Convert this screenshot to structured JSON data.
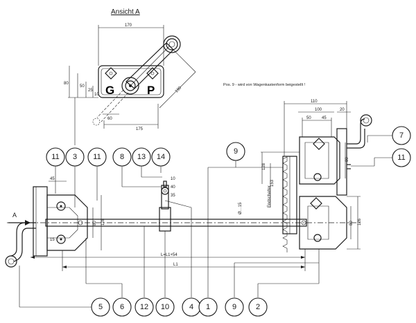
{
  "view_title": "Ansicht A",
  "view_arrow_label": "A",
  "note": "Pos. 9 - wird von Wagenkastenform beigestellt !",
  "panel": {
    "left_letter": "G",
    "right_letter": "P"
  },
  "dimensions": {
    "width_top": "170",
    "height_left": "80",
    "d50": "50",
    "d25": "25",
    "d10": "10",
    "lever_190": "190",
    "d60": "60",
    "d175": "175",
    "right_110": "110",
    "right_100": "100",
    "right_50": "50",
    "right_45": "45",
    "right_20": "20",
    "right_80a": "80",
    "right_80b": "80",
    "right_126": "126",
    "right_128": "128",
    "right_153": "153",
    "endschalter": "Endschalter",
    "schaft": "Ø…15",
    "left_45": "45",
    "left_80": "80",
    "left_128": "128",
    "left_15": "15",
    "small_10": "10",
    "small_40": "40",
    "small_35": "35",
    "L_formula": "L=L1+54",
    "L1": "L1"
  },
  "callouts_top": [
    "11",
    "3",
    "11",
    "8",
    "13",
    "14",
    "9",
    "7",
    "11"
  ],
  "callouts_bottom": [
    "5",
    "6",
    "12",
    "10",
    "4",
    "1",
    "9",
    "2"
  ]
}
